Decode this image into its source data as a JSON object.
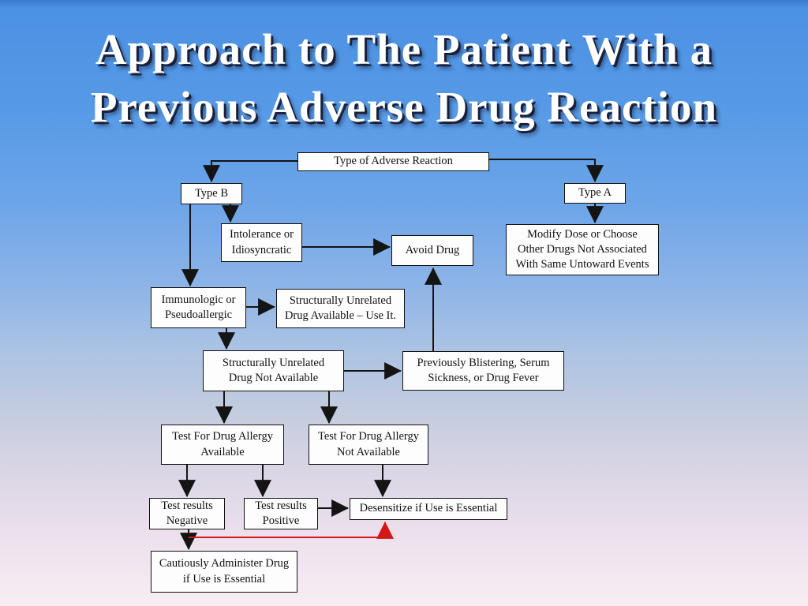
{
  "title": {
    "line1": "Approach to The Patient With a",
    "line2": "Previous Adverse Drug Reaction"
  },
  "nodes": {
    "type_of_adverse_reaction": {
      "label": "Type of Adverse Reaction"
    },
    "type_b": {
      "label": "Type B"
    },
    "type_a": {
      "label": "Type A"
    },
    "intolerance": {
      "label": "Intolerance or\nIdiosyncratic"
    },
    "avoid_drug": {
      "label": "Avoid Drug"
    },
    "modify_dose": {
      "label": "Modify Dose or Choose\nOther Drugs Not Associated\nWith Same Untoward Events"
    },
    "immunologic": {
      "label": "Immunologic or\nPseudoallergic"
    },
    "struct_unrelated_available": {
      "label": "Structurally Unrelated\nDrug Available – Use It."
    },
    "struct_unrelated_not_available": {
      "label": "Structurally Unrelated\nDrug Not Available"
    },
    "previously_blistering": {
      "label": "Previously Blistering, Serum\nSickness, or Drug Fever"
    },
    "test_available": {
      "label": "Test For Drug Allergy\nAvailable"
    },
    "test_not_available": {
      "label": "Test For Drug Allergy\nNot Available"
    },
    "results_negative": {
      "label": "Test results\nNegative"
    },
    "results_positive": {
      "label": "Test results\nPositive"
    },
    "desensitize": {
      "label": "Desensitize if Use is Essential"
    },
    "cautiously_administer": {
      "label": "Cautiously Administer Drug\nif Use is Essential"
    }
  },
  "edges": [
    {
      "from": "type_of_adverse_reaction",
      "to": "type_b",
      "color": "black"
    },
    {
      "from": "type_of_adverse_reaction",
      "to": "type_a",
      "color": "black"
    },
    {
      "from": "type_b",
      "to": "intolerance",
      "color": "black"
    },
    {
      "from": "type_b",
      "to": "immunologic",
      "color": "black"
    },
    {
      "from": "type_a",
      "to": "modify_dose",
      "color": "black"
    },
    {
      "from": "intolerance",
      "to": "avoid_drug",
      "color": "black"
    },
    {
      "from": "immunologic",
      "to": "struct_unrelated_available",
      "color": "black"
    },
    {
      "from": "immunologic",
      "to": "struct_unrelated_not_available",
      "color": "black"
    },
    {
      "from": "struct_unrelated_not_available",
      "to": "previously_blistering",
      "color": "black"
    },
    {
      "from": "previously_blistering",
      "to": "avoid_drug",
      "color": "black"
    },
    {
      "from": "struct_unrelated_not_available",
      "to": "test_available",
      "color": "black"
    },
    {
      "from": "struct_unrelated_not_available",
      "to": "test_not_available",
      "color": "black"
    },
    {
      "from": "test_available",
      "to": "results_negative",
      "color": "black"
    },
    {
      "from": "test_available",
      "to": "results_positive",
      "color": "black"
    },
    {
      "from": "test_not_available",
      "to": "desensitize",
      "color": "black"
    },
    {
      "from": "results_positive",
      "to": "desensitize",
      "color": "black"
    },
    {
      "from": "results_negative",
      "to": "cautiously_administer",
      "color": "black"
    },
    {
      "from": "results_negative",
      "to": "desensitize",
      "color": "red"
    }
  ],
  "colors": {
    "background_top": "#4b90e3",
    "background_bottom": "#f9edf4",
    "title_text": "#ffffff",
    "title_shadow": "#16162c",
    "box_fill": "#fdfdfd",
    "box_border": "#111111",
    "box_text": "#111111",
    "connector": "#141414",
    "highlight": "#d41717"
  }
}
